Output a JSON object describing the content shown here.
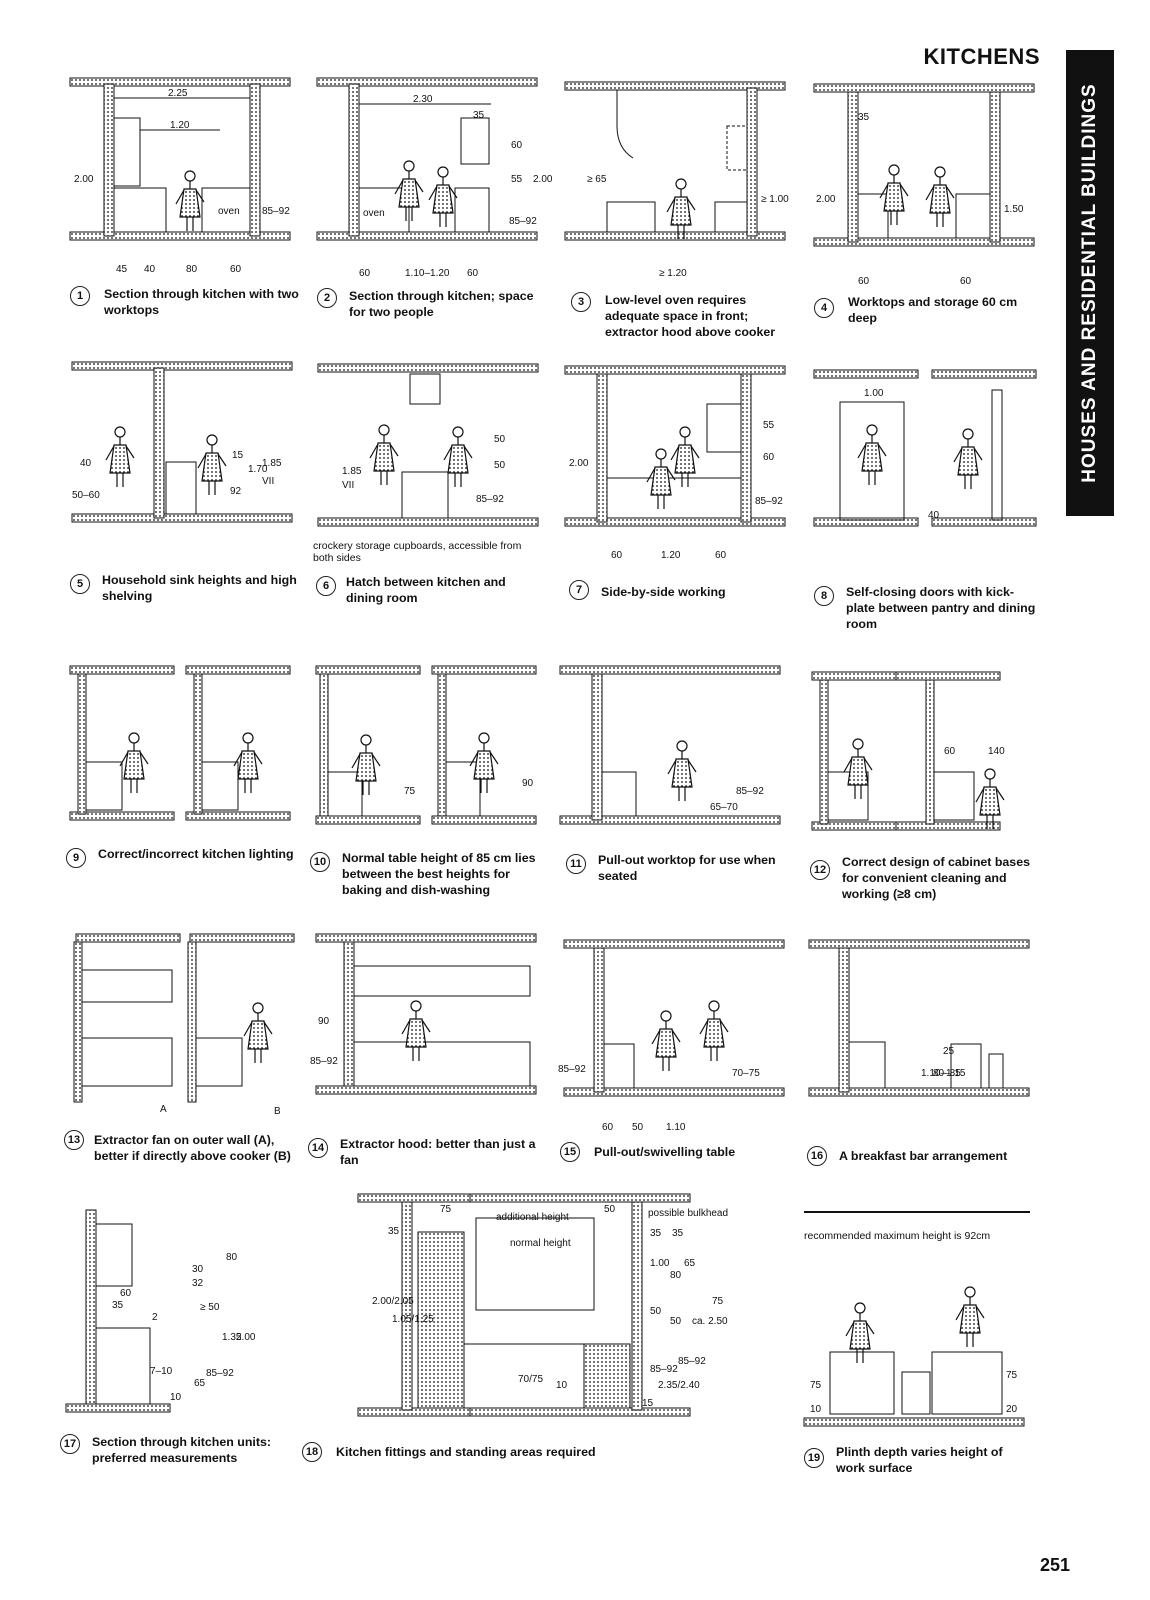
{
  "page": {
    "title": "KITCHENS",
    "section_tab": "HOUSES AND RESIDENTIAL BUILDINGS",
    "page_number": "251"
  },
  "figures": [
    {
      "num": "1",
      "caption": "Section through kitchen with two worktops",
      "dims": [
        "2.25",
        "1.20",
        "2.00",
        "oven",
        "85–92",
        "45",
        "40",
        "80",
        "60"
      ]
    },
    {
      "num": "2",
      "caption": "Section through kitchen; space for two people",
      "dims": [
        "2.30",
        "35",
        "60",
        "55",
        "85–92",
        "2.00",
        "oven",
        "60",
        "1.10–1.20",
        "60"
      ]
    },
    {
      "num": "3",
      "caption": "Low-level oven requires adequate space in front; extractor hood above cooker",
      "dims": [
        "≥ 65",
        "≥ 1.00",
        "≥ 1.20"
      ]
    },
    {
      "num": "4",
      "caption": "Worktops and storage 60 cm deep",
      "dims": [
        "35",
        "2.00",
        "1.50",
        "60",
        "60"
      ]
    },
    {
      "num": "5",
      "caption": "Household sink heights and high shelving",
      "dims": [
        "40",
        "50–60",
        "15",
        "1.70",
        "92",
        "1.85",
        "VII"
      ]
    },
    {
      "num": "6",
      "caption": "Hatch between kitchen and dining room",
      "dims": [
        "1.85",
        "VII",
        "50",
        "50",
        "85–92"
      ],
      "note": "crockery storage cupboards, accessible from both sides"
    },
    {
      "num": "7",
      "caption": "Side-by-side working",
      "dims": [
        "2.00",
        "55",
        "60",
        "85–92",
        "60",
        "1.20",
        "60"
      ]
    },
    {
      "num": "8",
      "caption": "Self-closing doors with kick-plate between pantry and dining room",
      "dims": [
        "1.00",
        "40"
      ]
    },
    {
      "num": "9",
      "caption": "Correct/incorrect kitchen lighting",
      "dims": []
    },
    {
      "num": "10",
      "caption": "Normal table height of 85 cm lies between the best heights for baking and dish-washing",
      "dims": [
        "75",
        "90"
      ]
    },
    {
      "num": "11",
      "caption": "Pull-out worktop for use when seated",
      "dims": [
        "85–92",
        "65–70"
      ]
    },
    {
      "num": "12",
      "caption": "Correct design of cabinet bases for convenient cleaning and working (≥8 cm)",
      "dims": [
        "60",
        "140"
      ]
    },
    {
      "num": "13",
      "caption": "Extractor fan on outer wall (A), better if directly above cooker (B)",
      "dims": [
        "A",
        "B"
      ]
    },
    {
      "num": "14",
      "caption": "Extractor hood: better than just a fan",
      "dims": [
        "90",
        "85–92"
      ]
    },
    {
      "num": "15",
      "caption": "Pull-out/swivelling table",
      "dims": [
        "85–92",
        "70–75",
        "60",
        "50",
        "1.10"
      ]
    },
    {
      "num": "16",
      "caption": "A breakfast bar arrangement",
      "dims": [
        "1.10–1.15",
        "80–85",
        "25"
      ]
    },
    {
      "num": "17",
      "caption": "Section through kitchen units: preferred measurements",
      "dims": [
        "60",
        "35",
        "2",
        "30",
        "32",
        "80",
        "≥ 50",
        "1.35",
        "2.00",
        "7–10",
        "65",
        "85–92",
        "10"
      ]
    },
    {
      "num": "18",
      "caption": "Kitchen fittings and standing areas required",
      "dims": [
        "75",
        "50",
        "additional height",
        "normal height",
        "possible bulkhead",
        "35",
        "35",
        "35",
        "1.00",
        "65",
        "80",
        "50",
        "50",
        "ca. 2.50",
        "75",
        "85–92",
        "85–92",
        "2.35/2.40",
        "2.00/2.05",
        "1.05/1.25",
        "70/75",
        "10",
        "15"
      ]
    },
    {
      "num": "19",
      "caption": "Plinth depth varies height of work surface",
      "dims": [
        "75",
        "10",
        "75",
        "20"
      ],
      "note": "recommended maximum height is 92cm"
    }
  ]
}
